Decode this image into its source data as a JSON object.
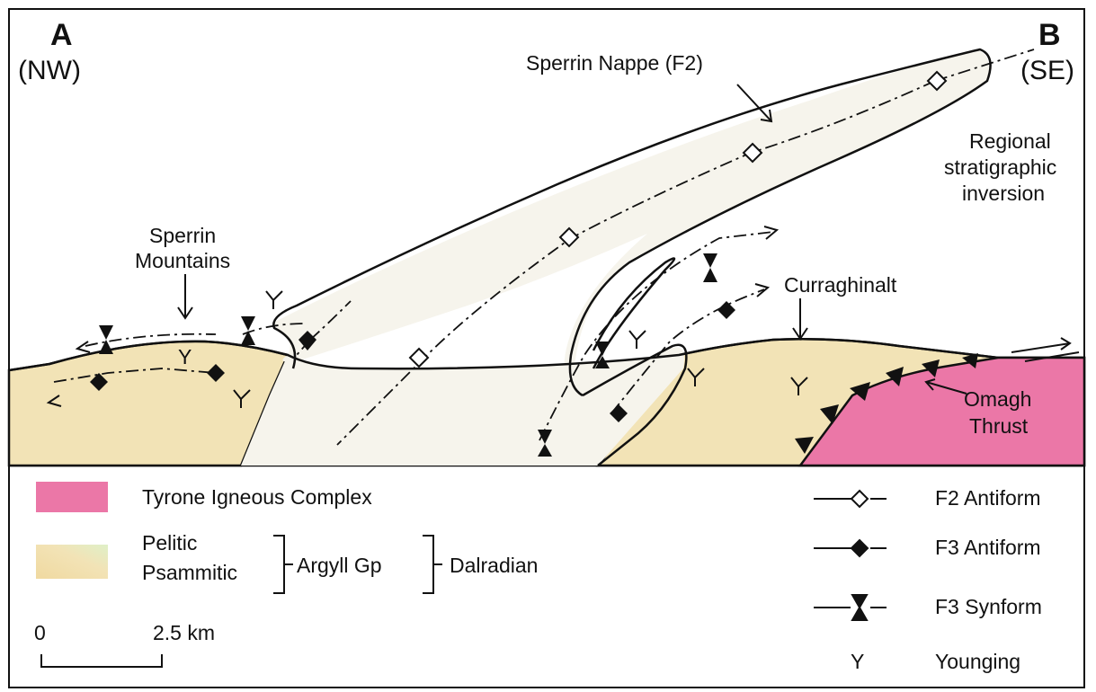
{
  "colors": {
    "pelitic_fill": "#f2e3b6",
    "psammitic_fill": "#f6f4ec",
    "igneous_fill": "#eb77a7",
    "line": "#111111"
  },
  "section": {
    "end_a": {
      "letter": "A",
      "direction": "(NW)"
    },
    "end_b": {
      "letter": "B",
      "direction": "(SE)"
    },
    "labels": {
      "sperrin_nappe": "Sperrin Nappe (F2)",
      "inversion_line1": "Regional",
      "inversion_line2": "stratigraphic",
      "inversion_line3": "inversion",
      "mountains_line1": "Sperrin",
      "mountains_line2": "Mountains",
      "curraghinalt": "Curraghinalt",
      "thrust_line1": "Omagh",
      "thrust_line2": "Thrust",
      "younging_symbol": "Y"
    }
  },
  "legend": {
    "tyrone": "Tyrone Igneous Complex",
    "pelitic": "Pelitic",
    "psammitic": "Psammitic",
    "argyll": "Argyll Gp",
    "dalradian": "Dalradian",
    "f2_antiform": "F2 Antiform",
    "f3_antiform": "F3 Antiform",
    "f3_synform": "F3 Synform",
    "younging": "Younging",
    "younging_symbol": "Y"
  },
  "scale_bar": {
    "start": "0",
    "end": "2.5 km"
  }
}
